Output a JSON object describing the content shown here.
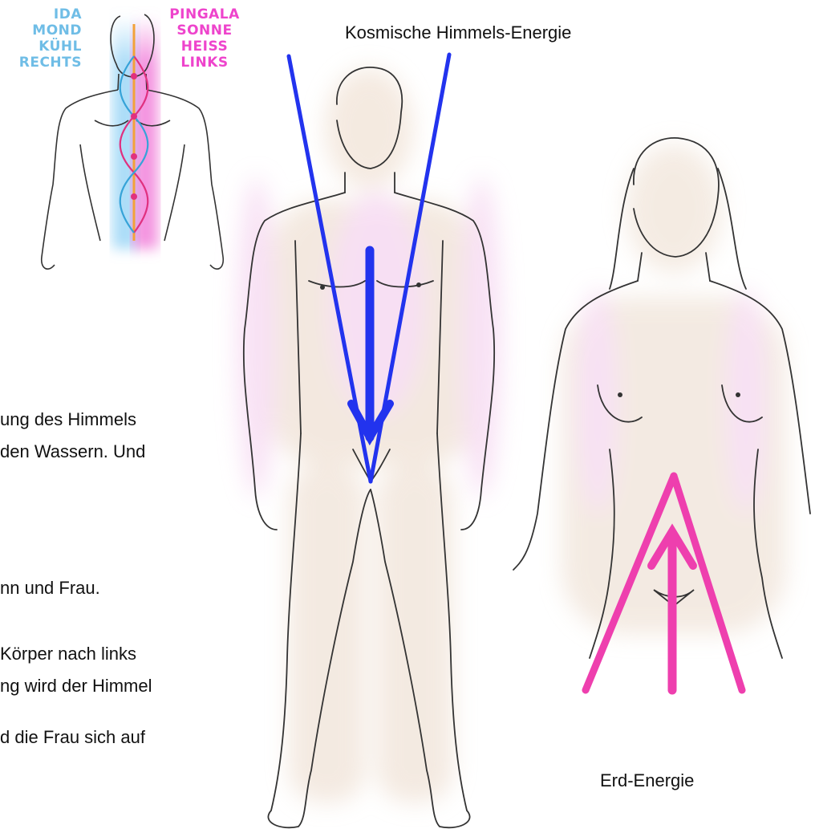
{
  "nadi_legend": {
    "ida_lines": [
      "IDA",
      "MOND",
      "KÜHL",
      "RECHTS"
    ],
    "pingala_lines": [
      "PINGALA",
      "SONNE",
      "HEISS",
      "LINKS"
    ],
    "colors": {
      "ida": "#6fbde6",
      "pingala": "#ee44cc",
      "center": "#f2a23a"
    }
  },
  "labels": {
    "cosmic_energy": "Kosmische Himmels-Energie",
    "earth_energy": "Erd-Energie"
  },
  "text_fragments": [
    "ung des Himmels",
    "den Wassern. Und",
    "nn und Frau.",
    "Körper nach links",
    "ng wird der Himmel",
    "d die Frau sich auf"
  ],
  "arrows": {
    "cosmic_color": "#2233ee",
    "earth_color": "#ee3fae"
  }
}
